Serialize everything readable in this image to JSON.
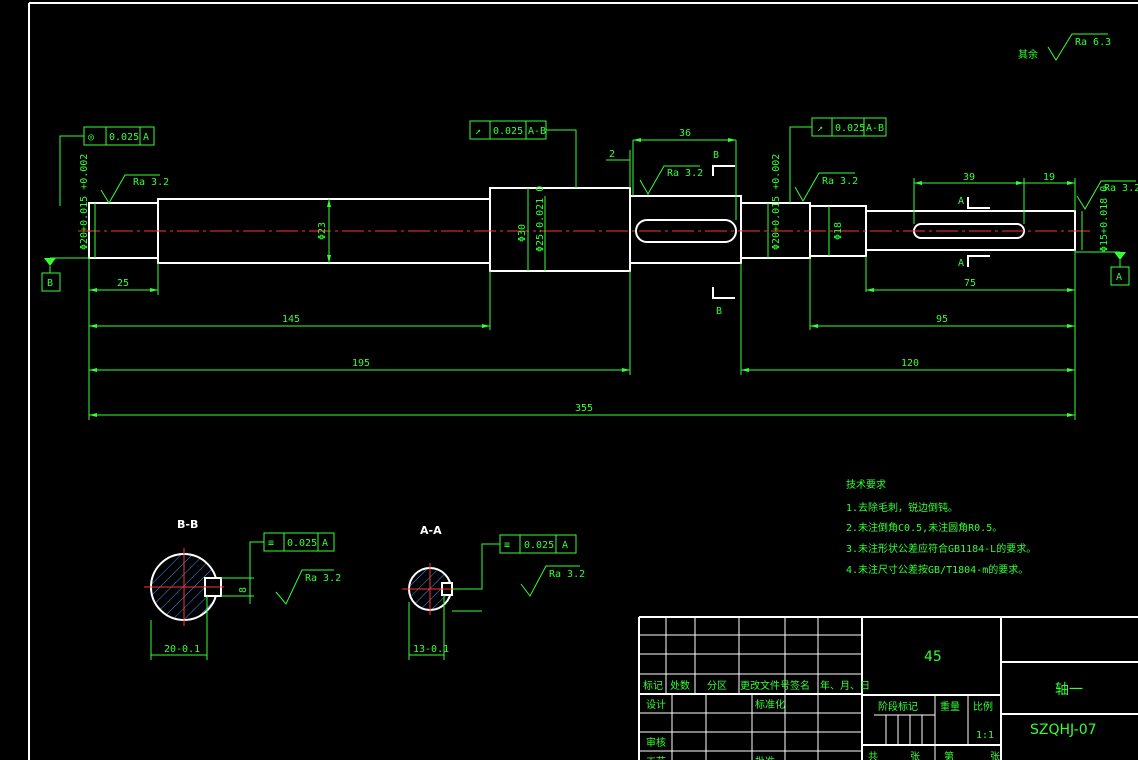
{
  "roughness_default": "Ra 6.3",
  "roughness_default_label": "其余",
  "roughness": [
    "Ra 3.2",
    "Ra 3.2",
    "Ra 3.2",
    "Ra 3.2",
    "Ra 3.2",
    "Ra 3.2"
  ],
  "tolerance_frames": [
    {
      "symbol": "◎",
      "value": "0.025",
      "datum": "A"
    },
    {
      "symbol": "↗",
      "value": "0.025",
      "datum": "A-B"
    },
    {
      "symbol": "↗",
      "value": "0.025",
      "datum": "A-B"
    },
    {
      "symbol": "≡",
      "value": "0.025",
      "datum": "A"
    },
    {
      "symbol": "≡",
      "value": "0.025",
      "datum": "A"
    }
  ],
  "datums": [
    "B",
    "A"
  ],
  "section_marks": {
    "b": "B",
    "a": "A"
  },
  "diameters": {
    "d1": "Φ20+0.015 +0.002",
    "d2": "Φ23",
    "d3": "Φ30",
    "d4": "Φ25-0.021 0",
    "d5": "Φ20+0.015 +0.002",
    "d6": "Φ18",
    "d7": "Φ15+0.018 0"
  },
  "dimensions": {
    "d25": "25",
    "d145": "145",
    "d195": "195",
    "d355": "355",
    "d2": "2",
    "d36": "36",
    "d39": "39",
    "d19": "19",
    "d75": "75",
    "d95": "95",
    "d120": "120"
  },
  "sections": {
    "bb_title": "B-B",
    "aa_title": "A-A",
    "bb_dim": "20-0.1",
    "aa_dim": "13-0.1",
    "bb_width": "8"
  },
  "notes": {
    "title": "技术要求",
    "items": [
      "1.去除毛刺，锐边倒钝。",
      "2.未注倒角C0.5,未注圆角R0.5。",
      "3.未注形状公差应符合GB1184-L的要求。",
      "4.未注尺寸公差按GB/T1804-m的要求。"
    ]
  },
  "title_block": {
    "material": "45",
    "part_name": "轴一",
    "drawing_no": "SZQHJ-07",
    "headers": [
      "标记",
      "处数",
      "分区",
      "更改文件号",
      "签名",
      "年、月、日"
    ],
    "rows": [
      "设计",
      "标准化",
      "审核",
      "工艺",
      "批准"
    ],
    "stage_label": "阶段标记",
    "weight_label": "重量",
    "scale_label": "比例",
    "scale_value": "1:1",
    "sheet_labels": [
      "共",
      "张",
      "第",
      "张"
    ]
  },
  "colors": {
    "outline": "#ffffff",
    "dimension": "#33ff33",
    "centerline": "#ff3333",
    "hatch": "#3399ff",
    "background": "#000000"
  }
}
